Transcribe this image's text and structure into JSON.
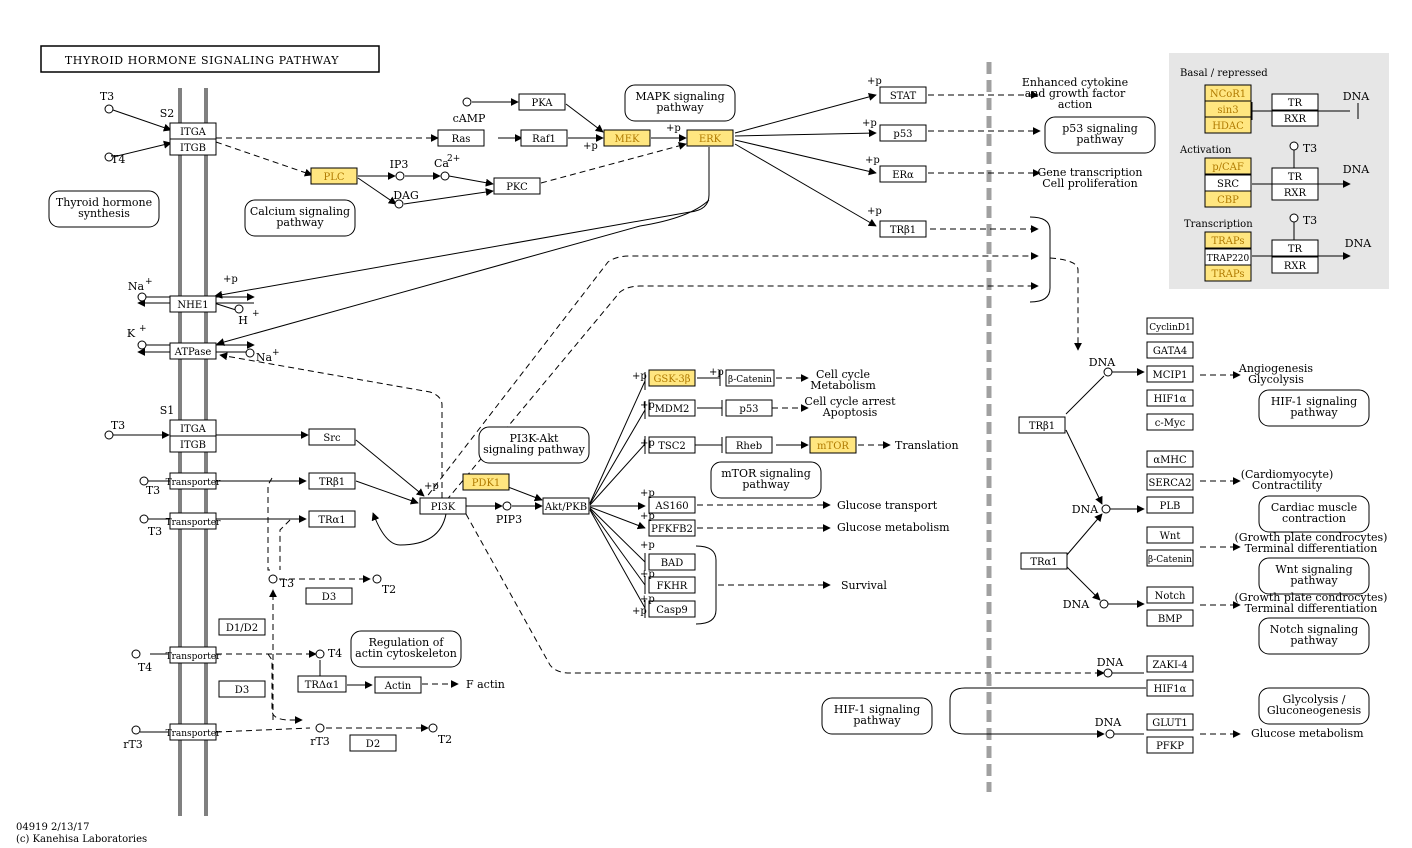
{
  "title": "THYROID HORMONE SIGNALING PATHWAY",
  "colors": {
    "highlight": "#ffe680",
    "highlight_text": "#b07a00",
    "box_border": "#000000",
    "membrane": "#808080",
    "legend_bg": "#e6e6e6"
  },
  "footer": {
    "id": "04919 2/13/17",
    "copyright": "(c) Kanehisa Laboratories"
  },
  "ligands": {
    "t3_top": "T3",
    "t4_top": "T4",
    "t3_s1": "T3",
    "t3_trans1": "T3",
    "t3_trans2": "T3",
    "t4_trans3": "T4",
    "rt3_trans4": "rT3",
    "t3_mid": "T3",
    "t2_mid": "T2",
    "t4_mid": "T4",
    "rt3_mid": "rT3",
    "t2_bottom": "T2"
  },
  "labels": {
    "s2": "S2",
    "s1": "S1",
    "camp": "cAMP",
    "ip3": "IP3",
    "ca": "Ca",
    "ca_charge": "2+",
    "dag": "DAG",
    "pip3": "PIP3",
    "na_top": "Na",
    "na_top_charge": "+",
    "h": "H",
    "h_charge": "+",
    "k": "K",
    "k_charge": "+",
    "na_bottom": "Na",
    "na_bottom_charge": "+",
    "dna": "DNA",
    "plus_p": "+p",
    "f_actin": "F actin",
    "translation": "Translation",
    "glucose_transport": "Glucose transport",
    "glucose_metabolism": "Glucose metabolism",
    "survival": "Survival",
    "cell_cycle_metabolism": [
      "Cell cycle",
      "Metabolism"
    ],
    "cell_cycle_arrest": [
      "Cell cycle arrest",
      "Apoptosis"
    ],
    "enhanced_cytokine": [
      "Enhanced cytokine",
      "and growth factor",
      "action"
    ],
    "gene_transcription": [
      "Gene transcription",
      "Cell proliferation"
    ],
    "angiogenesis": [
      "Angiogenesis",
      "Glycolysis"
    ],
    "cardiomyocyte": [
      "(Cardiomyocyte)",
      "Contractility"
    ],
    "growth_plate_1": [
      "(Growth plate condrocytes)",
      "Terminal differentiation"
    ],
    "growth_plate_2": [
      "(Growth plate condrocytes)",
      "Terminal differentiation"
    ],
    "glucose_metabolism_right": "Glucose metabolism"
  },
  "pathway_maps": {
    "thyroid_synthesis": [
      "Thyroid hormone",
      "synthesis"
    ],
    "calcium": [
      "Calcium signaling",
      "pathway"
    ],
    "mapk": [
      "MAPK signaling",
      "pathway"
    ],
    "p53": [
      "p53 signaling",
      "pathway"
    ],
    "pi3k_akt": [
      "PI3K-Akt",
      "signaling pathway"
    ],
    "mtor": [
      "mTOR signaling",
      "pathway"
    ],
    "actin": [
      "Regulation of",
      "actin cytoskeleton"
    ],
    "hif1_bottom": [
      "HIF-1 signaling",
      "pathway"
    ],
    "hif1_right": [
      "HIF-1 signaling",
      "pathway"
    ],
    "cardiac": [
      "Cardiac muscle",
      "contraction"
    ],
    "wnt": [
      "Wnt signaling",
      "pathway"
    ],
    "notch": [
      "Notch signaling",
      "pathway"
    ],
    "glycolysis": [
      "Glycolysis /",
      "Gluconeogenesis"
    ]
  },
  "genes": {
    "itga_top": "ITGA",
    "itgb_top": "ITGB",
    "itga_s1": "ITGA",
    "itgb_s1": "ITGB",
    "nhe1": "NHE1",
    "atpase": "ATPase",
    "transporter1": "Transporter",
    "transporter2": "Transporter",
    "transporter3": "Transporter",
    "transporter4": "Transporter",
    "pka": "PKA",
    "ras": "Ras",
    "raf1": "Raf1",
    "mek": "MEK",
    "erk": "ERK",
    "plc": "PLC",
    "pkc": "PKC",
    "stat": "STAT",
    "p53_top": "p53",
    "era": "ERα",
    "trb1_top": "TRβ1",
    "src": "Src",
    "trb1_mid": "TRβ1",
    "tra1_mid": "TRα1",
    "pi3k": "PI3K",
    "pdk1": "PDK1",
    "akt": "Akt/PKB",
    "d3_mid": "D3",
    "d1d2": "D1/D2",
    "d3_bottom": "D3",
    "d2": "D2",
    "tra1_actin": "TRΔα1",
    "actin": "Actin",
    "gsk3b": "GSK-3β",
    "bcatenin_mid": "β-Catenin",
    "mdm2": "MDM2",
    "p53_mid": "p53",
    "tsc2": "TSC2",
    "rheb": "Rheb",
    "mtor": "mTOR",
    "as160": "AS160",
    "pfkfb2": "PFKFB2",
    "bad": "BAD",
    "fkhr": "FKHR",
    "casp9": "Casp9",
    "trb1_right": "TRβ1",
    "tra1_right": "TRα1",
    "cyclind1": "CyclinD1",
    "gata4": "GATA4",
    "mcip1": "MCIP1",
    "hif1a_1": "HIF1α",
    "cmyc": "c-Myc",
    "amhc": "αMHC",
    "serca2": "SERCA2",
    "plb": "PLB",
    "wnt": "Wnt",
    "bcatenin_right": "β-Catenin",
    "notch": "Notch",
    "bmp": "BMP",
    "zaki4": "ZAKI-4",
    "hif1a_2": "HIF1α",
    "glut1": "GLUT1",
    "pfkp": "PFKP"
  },
  "legend": {
    "basal": "Basal / repressed",
    "activation": "Activation",
    "transcription": "Transcription",
    "ncor1": "NCoR1",
    "sin3": "sin3",
    "hdac": "HDAC",
    "pcaf": "p/CAF",
    "src": "SRC",
    "cbp": "CBP",
    "traps1": "TRAPs",
    "trap220": "TRAP220",
    "traps2": "TRAPs",
    "tr": "TR",
    "rxr": "RXR",
    "dna": "DNA",
    "t3": "T3"
  }
}
